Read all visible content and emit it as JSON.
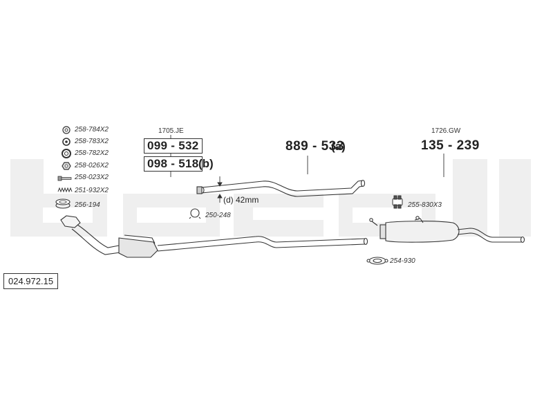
{
  "diagram": {
    "reference_number": "024.972.15",
    "watermark_text": "bosal",
    "kit_parts": [
      {
        "icon": "ring-gasket-icon",
        "label": "258-784X2"
      },
      {
        "icon": "ring-gasket-icon",
        "label": "258-783X2"
      },
      {
        "icon": "spring-washer-icon",
        "label": "258-782X2"
      },
      {
        "icon": "hex-nut-icon",
        "label": "258-026X2"
      },
      {
        "icon": "bolt-icon",
        "label": "258-023X2"
      },
      {
        "icon": "spring-icon",
        "label": "251-932X2"
      },
      {
        "icon": "olive-ring-icon",
        "label": "256-194"
      }
    ],
    "catalyst_group": {
      "code": "1705.JE",
      "part_1": "099 - 532",
      "part_2": "098 - 518",
      "part_2_suffix": "(b)"
    },
    "pipe_dimension": "(d) 42mm",
    "clamp_label": "250-248",
    "middle_pipe": {
      "part": "889 - 533",
      "suffix": "(a)"
    },
    "rear_silencer": {
      "code": "1726.GW",
      "part": "135 - 239"
    },
    "rubber_mount_label": "255-830X3",
    "flange_gasket_label": "254-930"
  }
}
